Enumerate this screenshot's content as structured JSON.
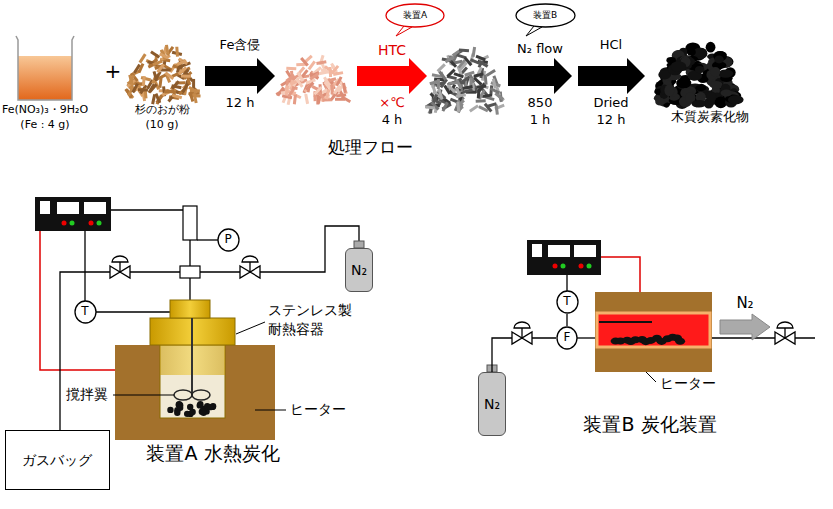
{
  "diagram": {
    "nodes": [
      {
        "text": [
          "装置A"
        ]
      },
      {
        "text": [
          "装置B"
        ]
      },
      {
        "text": [
          "P"
        ]
      },
      {
        "text": [
          "N₂"
        ]
      },
      {
        "text": [
          "T"
        ]
      },
      {
        "text": [
          "ガスバッグ"
        ]
      },
      {
        "text": [
          "T"
        ]
      },
      {
        "text": [
          "N₂"
        ]
      },
      {
        "text": [
          "F"
        ]
      }
    ],
    "edges": [
      {
        "from": 7,
        "to": 8,
        "arrow": "none"
      },
      {
        "from": 6,
        "to": 8,
        "arrow": "none"
      }
    ],
    "labels": [
      "Fe(NO₃)₃・9H₂O",
      "(Fe : 4 g)",
      "+",
      "杉のおが粉",
      "(10 g)",
      "Fe含侵",
      "12 h",
      "HTC",
      "×℃",
      "4 h",
      "N₂ flow",
      "850",
      "1 h",
      "HCl",
      "Dried",
      "12 h",
      "木質炭素化物",
      "処理フロー",
      "ステンレス製",
      "耐熱容器",
      "撹拌翼",
      "ヒーター",
      "装置A 水熱炭化",
      "N₂",
      "ヒーター",
      "装置B 炭化装置"
    ]
  }
}
